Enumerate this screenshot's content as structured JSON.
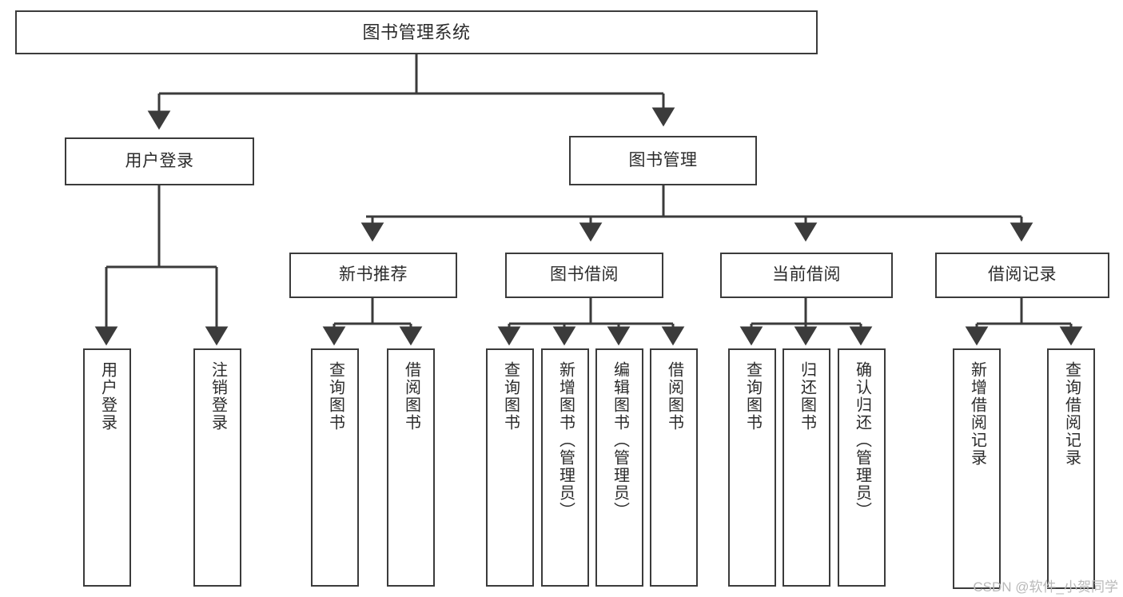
{
  "diagram": {
    "type": "tree-hierarchy",
    "title": "图书管理系统",
    "watermark": "CSDN @软件_小贺同学",
    "colors": {
      "box_border": "#3b3b3b",
      "box_fill": "#ffffff",
      "connector": "#3b3b3b",
      "text": "#2b2b2b",
      "watermark": "#b9b9b9",
      "background": "#ffffff"
    },
    "nodes": {
      "root": {
        "label": "图书管理系统"
      },
      "level2": [
        {
          "id": "user-login",
          "label": "用户登录"
        },
        {
          "id": "book-management",
          "label": "图书管理"
        }
      ],
      "level3": [
        {
          "id": "new-book-recommend",
          "label": "新书推荐"
        },
        {
          "id": "book-borrow",
          "label": "图书借阅"
        },
        {
          "id": "current-borrow",
          "label": "当前借阅"
        },
        {
          "id": "borrow-record",
          "label": "借阅记录"
        }
      ],
      "leaves": {
        "user-login": [
          {
            "id": "leaf-user-login",
            "label": "用户登录"
          },
          {
            "id": "leaf-user-logout",
            "label": "注销登录"
          }
        ],
        "new-book-recommend": [
          {
            "id": "leaf-query-book-1",
            "label": "查询图书"
          },
          {
            "id": "leaf-borrow-book-1",
            "label": "借阅图书"
          }
        ],
        "book-borrow": [
          {
            "id": "leaf-query-book-2",
            "label": "查询图书"
          },
          {
            "id": "leaf-add-book",
            "label": "新增图书（管理员）"
          },
          {
            "id": "leaf-edit-book",
            "label": "编辑图书（管理员）"
          },
          {
            "id": "leaf-borrow-book-2",
            "label": "借阅图书"
          }
        ],
        "current-borrow": [
          {
            "id": "leaf-query-book-3",
            "label": "查询图书"
          },
          {
            "id": "leaf-return-book",
            "label": "归还图书"
          },
          {
            "id": "leaf-confirm-return",
            "label": "确认归还（管理员）"
          }
        ],
        "borrow-record": [
          {
            "id": "leaf-add-record",
            "label": "新增借阅记录"
          },
          {
            "id": "leaf-query-record",
            "label": "查询借阅记录"
          }
        ]
      }
    }
  }
}
